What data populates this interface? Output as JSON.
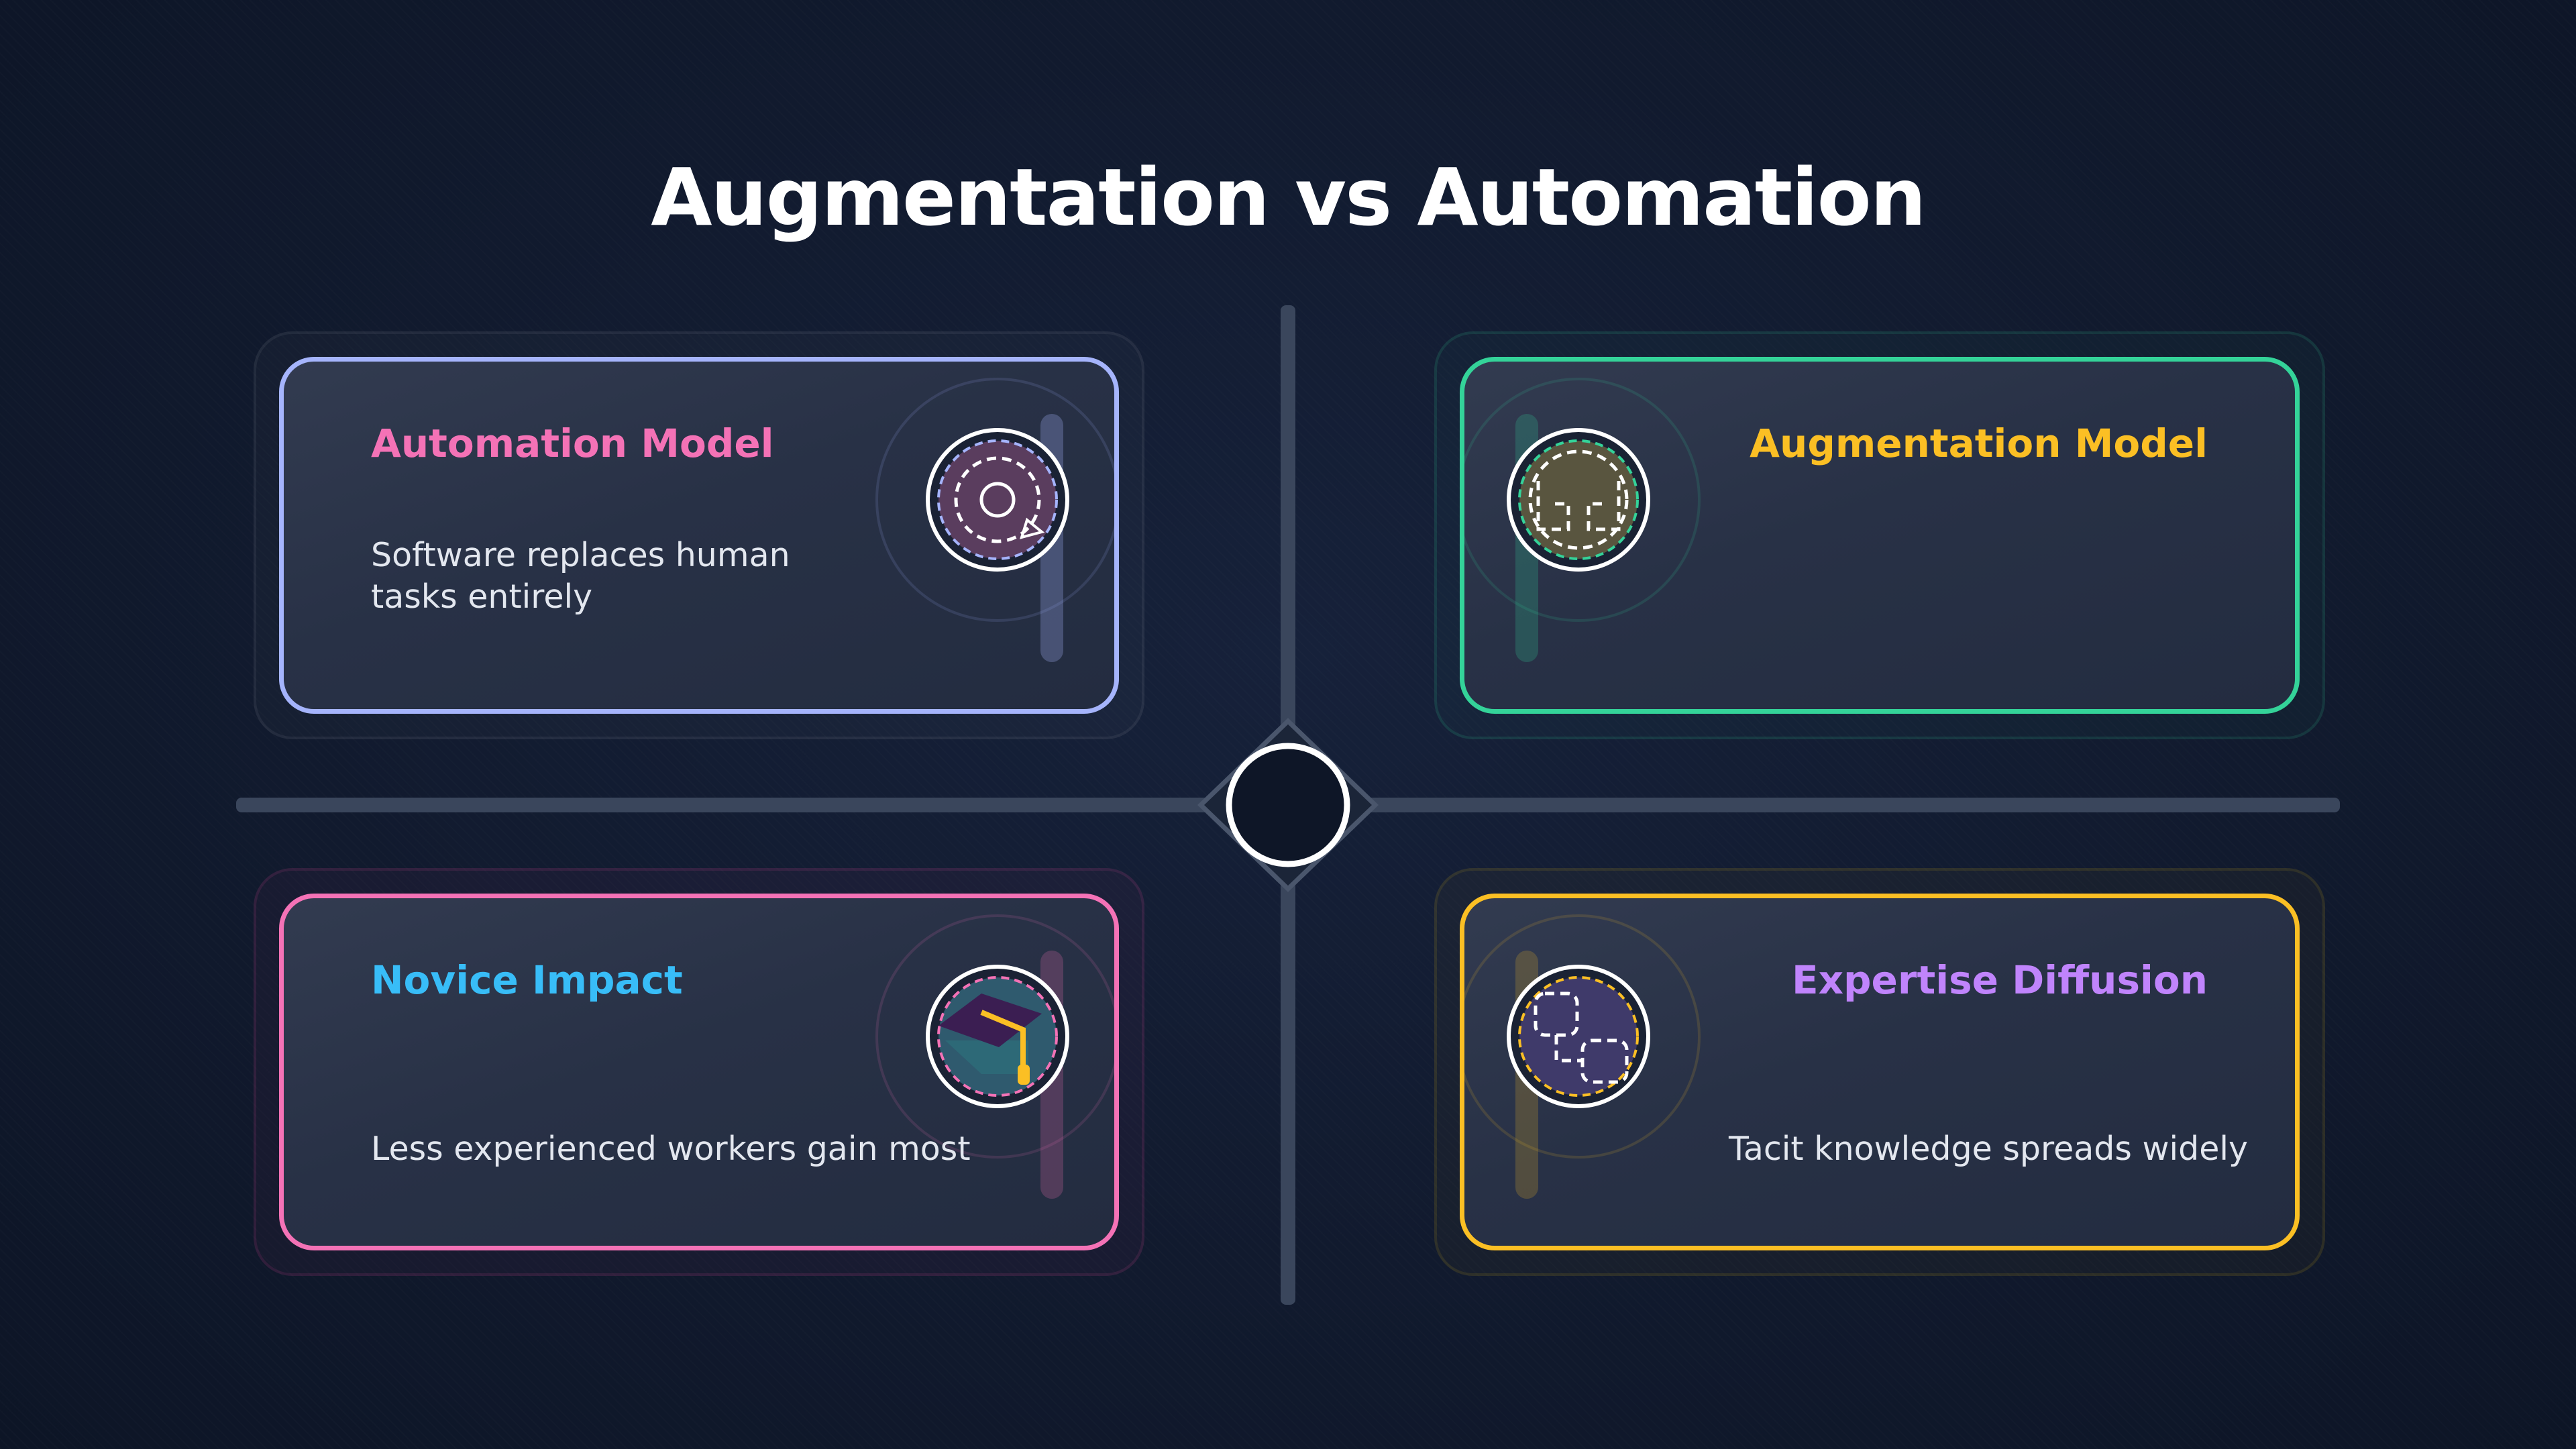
{
  "title": "Augmentation vs Automation",
  "colors": {
    "background": "#111a2e",
    "axis": "#3a465c",
    "indigo": "#a5b4fc",
    "green": "#34d399",
    "pink": "#f472b6",
    "amber": "#fbbf24",
    "sky": "#38bdf8",
    "purple": "#c084fc"
  },
  "quadrants": [
    {
      "title": "Automation Model",
      "description": "Software replaces human tasks entirely",
      "icon": "gear-icon",
      "border_color": "#a5b4fc",
      "title_color": "#f472b6"
    },
    {
      "title": "Augmentation Model",
      "description": "",
      "icon": "puzzle-icon",
      "border_color": "#34d399",
      "title_color": "#fbbf24"
    },
    {
      "title": "Novice Impact",
      "description": "Less experienced workers gain most",
      "icon": "graduation-cap-icon",
      "border_color": "#f472b6",
      "title_color": "#38bdf8"
    },
    {
      "title": "Expertise Diffusion",
      "description": "Tacit knowledge spreads widely",
      "icon": "network-icon",
      "border_color": "#fbbf24",
      "title_color": "#c084fc"
    }
  ]
}
